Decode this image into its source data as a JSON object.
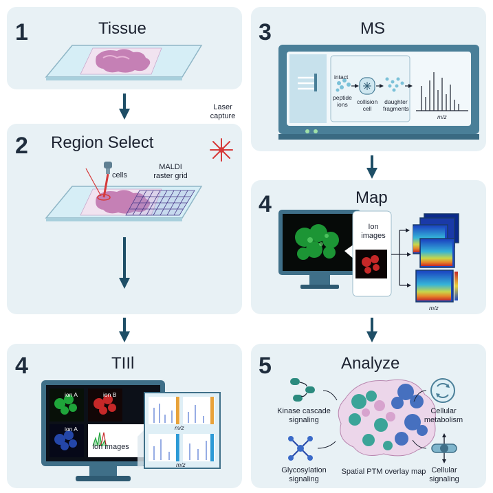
{
  "colors": {
    "panel_bg": "#e8f1f5",
    "arrow": "#1e4e66",
    "laser": "#d63a3a",
    "ion_green": "#1fa53a",
    "ion_red": "#c62828",
    "ion_blue": "#2446a8"
  },
  "icons": [
    "laser-burst-icon",
    "kinase-cascade-icon",
    "cellular-metabolism-icon",
    "glycosylation-icon",
    "cellular-signaling-icon",
    "monitor-icon",
    "slide-icon",
    "mass-spectrometer-icon"
  ],
  "panels": {
    "tissue": {
      "number": "1",
      "title": "Tissue"
    },
    "region": {
      "number": "2",
      "title": "Region Select",
      "laser_label": "Laser\ncapture",
      "cells_label": "cells",
      "grid_label": "MALDI\nraster grid"
    },
    "ms": {
      "number": "3",
      "title": "MS",
      "intact_label": "intact",
      "peptide_label": "peptide\nions",
      "collision_label": "collision\ncell",
      "daughter_label": "daughter\nfragments",
      "axis_label": "m/z"
    },
    "map": {
      "number": "4",
      "title": "Map",
      "ion_images_label": "Ion\nimages",
      "axis_label": "m/z"
    },
    "tii": {
      "number": "4",
      "title": "TIIl",
      "ion_a1": "ion A",
      "ion_b": "ion B",
      "ion_a2": "ion A",
      "ion_images_label": "Ion images",
      "axis_label_1": "m/z",
      "axis_label_2": "m/z"
    },
    "analyze": {
      "number": "5",
      "title": "Analyze",
      "kinase_label": "Kinase cascade\nsignaling",
      "metabolism_label": "Cellular\nmetabolism",
      "glyco_label": "Glycosylation\nsignaling",
      "signaling_label": "Cellular\nsignaling",
      "overlay_label": "Spatial PTM overlay map"
    }
  }
}
